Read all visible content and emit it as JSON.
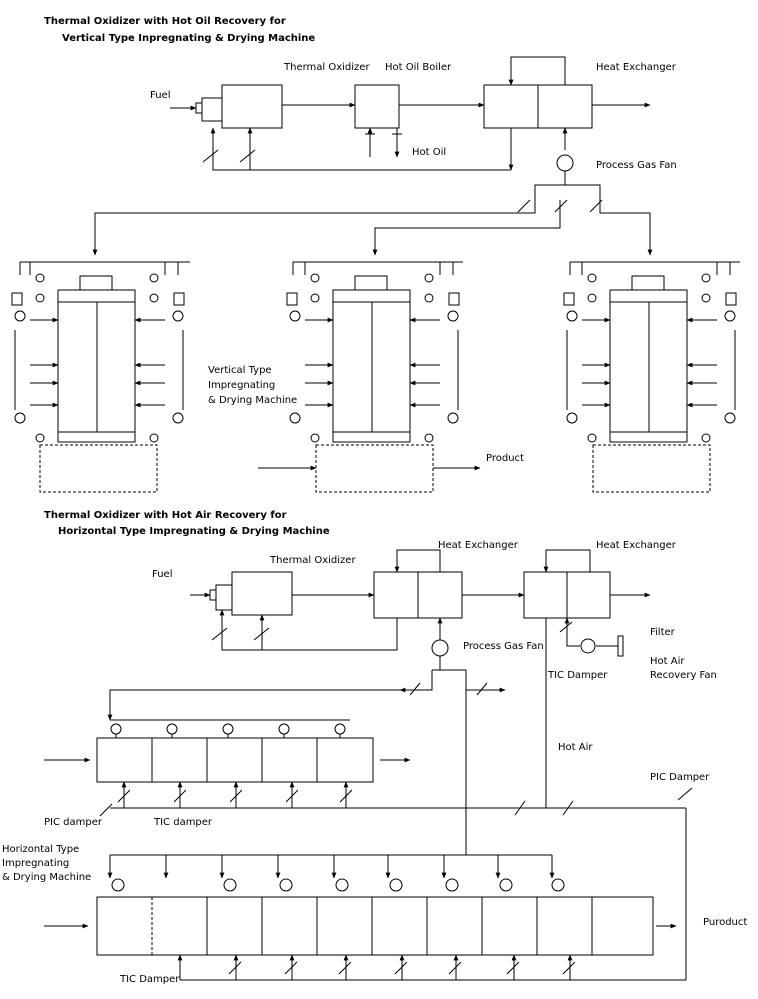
{
  "section1": {
    "title_line1": "Thermal Oxidizer with Hot Oil Recovery for",
    "title_line2": "Vertical Type Inpregnating & Drying Machine",
    "fuel": "Fuel",
    "thermal_oxidizer": "Thermal Oxidizer",
    "hot_oil_boiler": "Hot Oil Boiler",
    "heat_exchanger": "Heat Exchanger",
    "hot_oil": "Hot Oil",
    "process_gas_fan": "Process Gas Fan",
    "machine_label_1": "Vertical Type",
    "machine_label_2": "Impregnating",
    "machine_label_3": "& Drying Machine",
    "product": "Product"
  },
  "section2": {
    "title_line1": "Thermal Oxidizer with Hot Air Recovery for",
    "title_line2": "Horizontal Type Impregnating & Drying Machine",
    "fuel": "Fuel",
    "thermal_oxidizer": "Thermal Oxidizer",
    "heat_exchanger_1": "Heat Exchanger",
    "heat_exchanger_2": "Heat Exchanger",
    "process_gas_fan": "Process Gas Fan",
    "filter": "Filter",
    "tic_damper_top": "TIC Damper",
    "hot_air_fan_1": "Hot Air",
    "hot_air_fan_2": "Recovery Fan",
    "hot_air": "Hot Air",
    "pic_damper_right": "PIC Damper",
    "pic_damper_left": "PIC damper",
    "tic_damper_mid": "TIC damper",
    "machine_label_1": "Horizontal Type",
    "machine_label_2": "Impregnating",
    "machine_label_3": "& Drying Machine",
    "product": "Puroduct",
    "tic_damper_bottom": "TIC Damper"
  }
}
